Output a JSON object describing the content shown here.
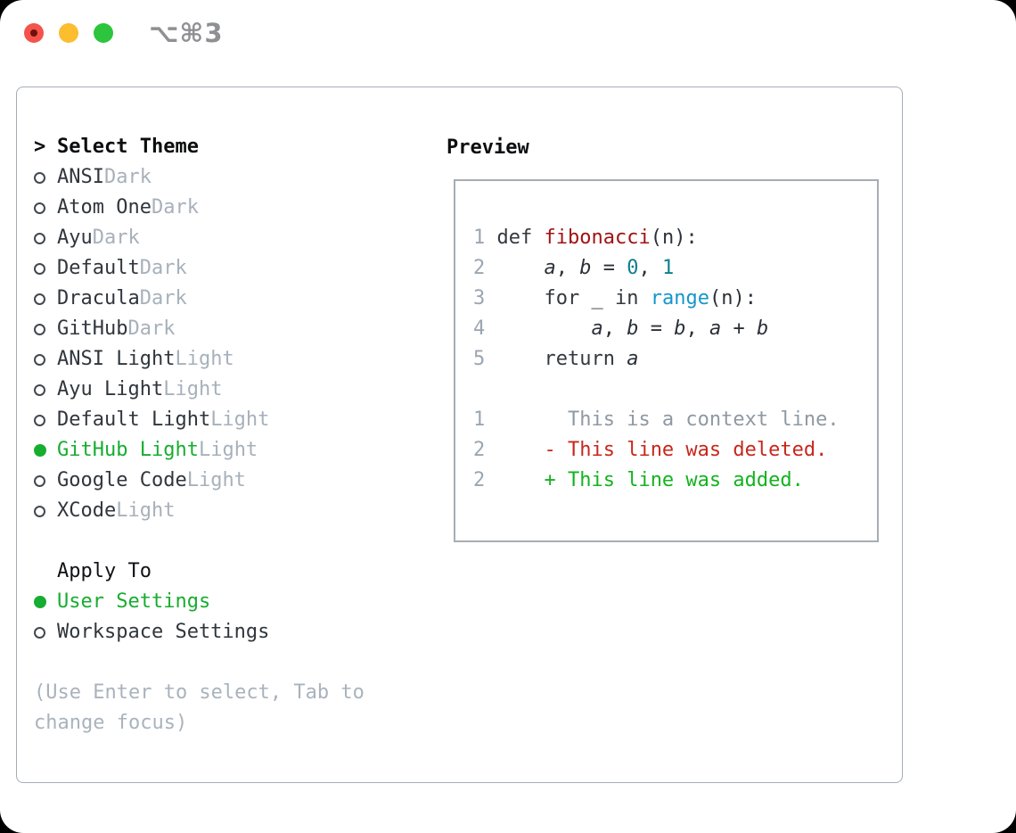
{
  "window": {
    "shortcut_label": "⌥⌘3",
    "traffic_lights": {
      "close": "#f4534b",
      "minimize": "#fcbd2f",
      "maximize": "#2cc53d"
    }
  },
  "theme_picker": {
    "cursor": ">",
    "title": "Select Theme",
    "items": [
      {
        "name": "ANSI",
        "tag": "Dark",
        "selected": false
      },
      {
        "name": "Atom One",
        "tag": "Dark",
        "selected": false
      },
      {
        "name": "Ayu",
        "tag": "Dark",
        "selected": false
      },
      {
        "name": "Default",
        "tag": "Dark",
        "selected": false
      },
      {
        "name": "Dracula",
        "tag": "Dark",
        "selected": false
      },
      {
        "name": "GitHub",
        "tag": "Dark",
        "selected": false
      },
      {
        "name": "ANSI Light",
        "tag": "Light",
        "selected": false
      },
      {
        "name": "Ayu Light",
        "tag": "Light",
        "selected": false
      },
      {
        "name": "Default Light",
        "tag": "Light",
        "selected": false
      },
      {
        "name": "GitHub Light",
        "tag": "Light",
        "selected": true
      },
      {
        "name": "Google Code",
        "tag": "Light",
        "selected": false
      },
      {
        "name": "XCode",
        "tag": "Light",
        "selected": false
      }
    ],
    "apply_to": {
      "title": "Apply To",
      "options": [
        {
          "name": "User Settings",
          "selected": true
        },
        {
          "name": "Workspace Settings",
          "selected": false
        }
      ]
    },
    "hint_lines": [
      "(Use Enter to select, Tab to",
      "change focus)"
    ]
  },
  "preview": {
    "title": "Preview",
    "code_lines": [
      {
        "num": "1",
        "tokens": [
          {
            "t": "def ",
            "c": "kw"
          },
          {
            "t": "fibonacci",
            "c": "fn"
          },
          {
            "t": "(n):",
            "c": "pl"
          }
        ]
      },
      {
        "num": "2",
        "tokens": [
          {
            "t": "    ",
            "c": "pl"
          },
          {
            "t": "a",
            "c": "vr"
          },
          {
            "t": ", ",
            "c": "pl"
          },
          {
            "t": "b",
            "c": "vr"
          },
          {
            "t": " = ",
            "c": "pl"
          },
          {
            "t": "0",
            "c": "numlit"
          },
          {
            "t": ", ",
            "c": "pl"
          },
          {
            "t": "1",
            "c": "numlit"
          }
        ]
      },
      {
        "num": "3",
        "tokens": [
          {
            "t": "    ",
            "c": "pl"
          },
          {
            "t": "for",
            "c": "kw"
          },
          {
            "t": " _ ",
            "c": "pl"
          },
          {
            "t": "in",
            "c": "kw"
          },
          {
            "t": " ",
            "c": "pl"
          },
          {
            "t": "range",
            "c": "bi"
          },
          {
            "t": "(n):",
            "c": "pl"
          }
        ]
      },
      {
        "num": "4",
        "tokens": [
          {
            "t": "        ",
            "c": "pl"
          },
          {
            "t": "a",
            "c": "vr"
          },
          {
            "t": ", ",
            "c": "pl"
          },
          {
            "t": "b",
            "c": "vr"
          },
          {
            "t": " = ",
            "c": "pl"
          },
          {
            "t": "b",
            "c": "vr"
          },
          {
            "t": ", ",
            "c": "pl"
          },
          {
            "t": "a",
            "c": "vr"
          },
          {
            "t": " + ",
            "c": "pl"
          },
          {
            "t": "b",
            "c": "vr"
          }
        ]
      },
      {
        "num": "5",
        "tokens": [
          {
            "t": "    ",
            "c": "pl"
          },
          {
            "t": "return",
            "c": "kw"
          },
          {
            "t": " ",
            "c": "pl"
          },
          {
            "t": "a",
            "c": "vr"
          }
        ]
      }
    ],
    "diff_lines": [
      {
        "num": "1",
        "marker": " ",
        "text": "This is a context line.",
        "kind": "context"
      },
      {
        "num": "2",
        "marker": "-",
        "text": "This line was deleted.",
        "kind": "deleted"
      },
      {
        "num": "2",
        "marker": "+",
        "text": "This line was added.",
        "kind": "added"
      }
    ]
  },
  "colors": {
    "selection_green": "#17ad30",
    "diff_added": "#13b31f",
    "diff_deleted": "#c8271c",
    "diff_context": "#8f99a3",
    "syntax_function": "#a01313",
    "syntax_number": "#0c7f8c",
    "syntax_builtin": "#1596cc",
    "line_number_gray": "#9aa6b2",
    "muted_tag_gray": "#a7b1bb",
    "panel_border": "#a6adb5"
  }
}
